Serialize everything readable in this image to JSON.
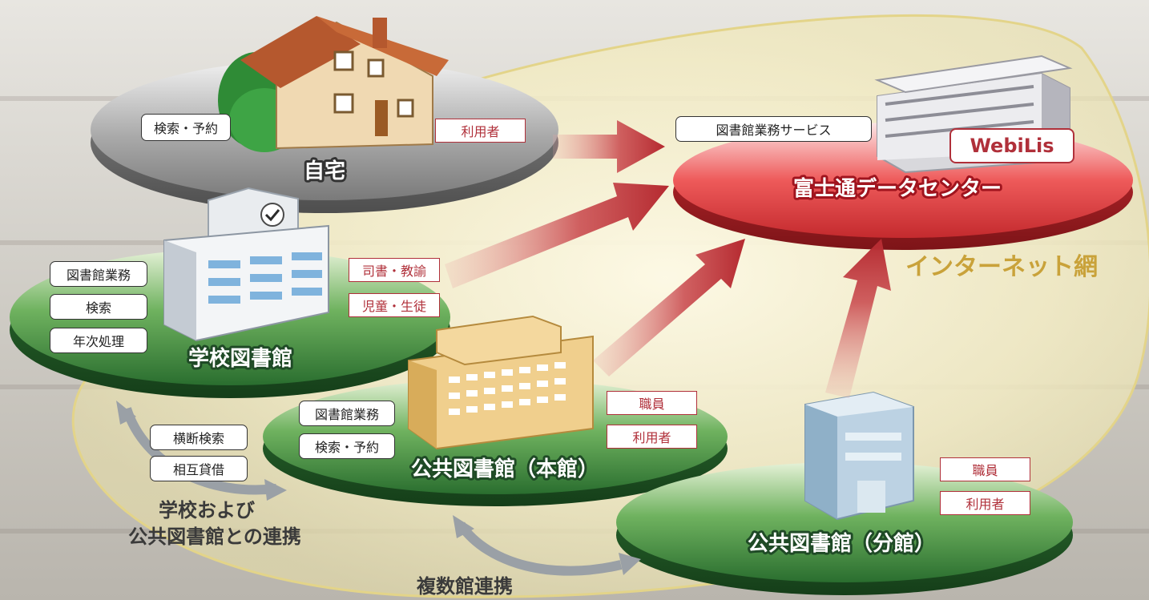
{
  "nodes": {
    "home": {
      "label": "自宅",
      "tags": [
        "検索・予約"
      ],
      "roles": [
        "利用者"
      ]
    },
    "datacenter": {
      "label": "富士通データセンター",
      "tags": [
        "図書館業務サービス"
      ],
      "product": "WebiLis"
    },
    "school": {
      "label": "学校図書館",
      "tags": [
        "図書館業務",
        "検索",
        "年次処理"
      ],
      "roles": [
        "司書・教諭",
        "児童・生徒"
      ]
    },
    "main_library": {
      "label": "公共図書館（本館）",
      "tags": [
        "図書館業務",
        "検索・予約"
      ],
      "roles": [
        "職員",
        "利用者"
      ]
    },
    "branch_library": {
      "label": "公共図書館（分館）",
      "roles": [
        "職員",
        "利用者"
      ]
    }
  },
  "links": {
    "school_public": {
      "tags": [
        "横断検索",
        "相互貸借"
      ],
      "caption": [
        "学校および",
        "公共図書館との連携"
      ]
    },
    "multi_library": {
      "caption": "複数館連携"
    }
  },
  "network_label": "インターネット網",
  "colors": {
    "accent_red": "#b0303a",
    "platform_green": "#2f7d3a",
    "platform_red": "#e04848",
    "network_gold": "#c9a23a"
  }
}
